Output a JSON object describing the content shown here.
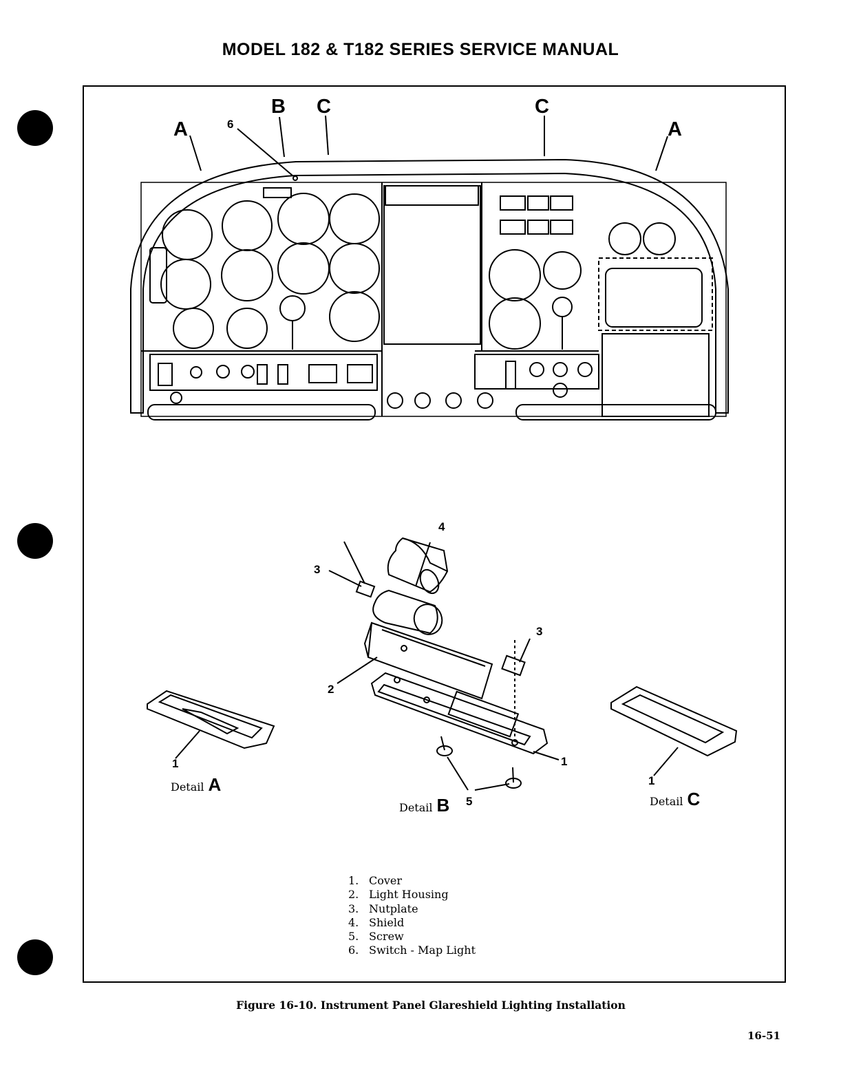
{
  "header": {
    "title": "MODEL 182 & T182 SERIES SERVICE MANUAL"
  },
  "figure": {
    "view_letters": {
      "a_left": "A",
      "b": "B",
      "c_left": "C",
      "c_right": "C",
      "a_right": "A"
    },
    "callouts": {
      "switch": "6",
      "shield": "4",
      "nutplate_left": "3",
      "nutplate_right": "3",
      "housing": "2",
      "cover": "1",
      "screw": "5"
    },
    "details": {
      "a": {
        "callout": "1",
        "label": "Detail",
        "letter": "A"
      },
      "b": {
        "label": "Detail",
        "letter": "B"
      },
      "c": {
        "callout": "1",
        "label": "Detail",
        "letter": "C"
      }
    },
    "legend": [
      {
        "num": "1.",
        "text": "Cover"
      },
      {
        "num": "2.",
        "text": "Light Housing"
      },
      {
        "num": "3.",
        "text": "Nutplate"
      },
      {
        "num": "4.",
        "text": "Shield"
      },
      {
        "num": "5.",
        "text": "Screw"
      },
      {
        "num": "6.",
        "text": "Switch - Map Light"
      }
    ]
  },
  "caption": "Figure 16-10. Instrument Panel Glareshield Lighting Installation",
  "page_number": "16-51"
}
